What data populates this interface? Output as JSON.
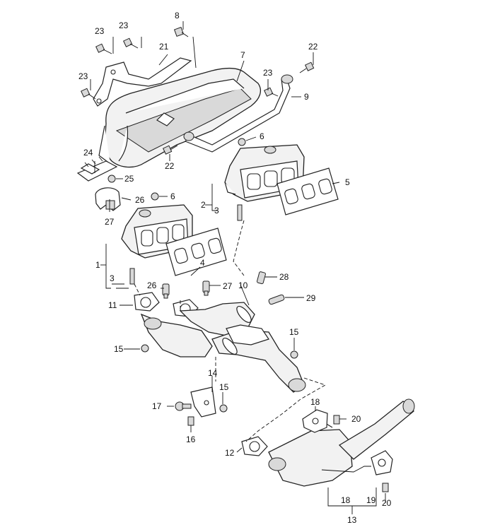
{
  "diagram": {
    "callouts": {
      "c1": "1",
      "c2": "2",
      "c3a": "3",
      "c3b": "3",
      "c4": "4",
      "c5": "5",
      "c6a": "6",
      "c6b": "6",
      "c7": "7",
      "c8": "8",
      "c9": "9",
      "c10": "10",
      "c11": "11",
      "c12": "12",
      "c13": "13",
      "c14": "14",
      "c15a": "15",
      "c15b": "15",
      "c15c": "15",
      "c16": "16",
      "c17": "17",
      "c18a": "18",
      "c18b": "18",
      "c19": "19",
      "c20a": "20",
      "c20b": "20",
      "c21": "21",
      "c22a": "22",
      "c22b": "22",
      "c23a": "23",
      "c23b": "23",
      "c23c": "23",
      "c23d": "23",
      "c24": "24",
      "c25": "25",
      "c26a": "26",
      "c26b": "26",
      "c27a": "27",
      "c27b": "27",
      "c28": "28",
      "c29": "29"
    }
  }
}
